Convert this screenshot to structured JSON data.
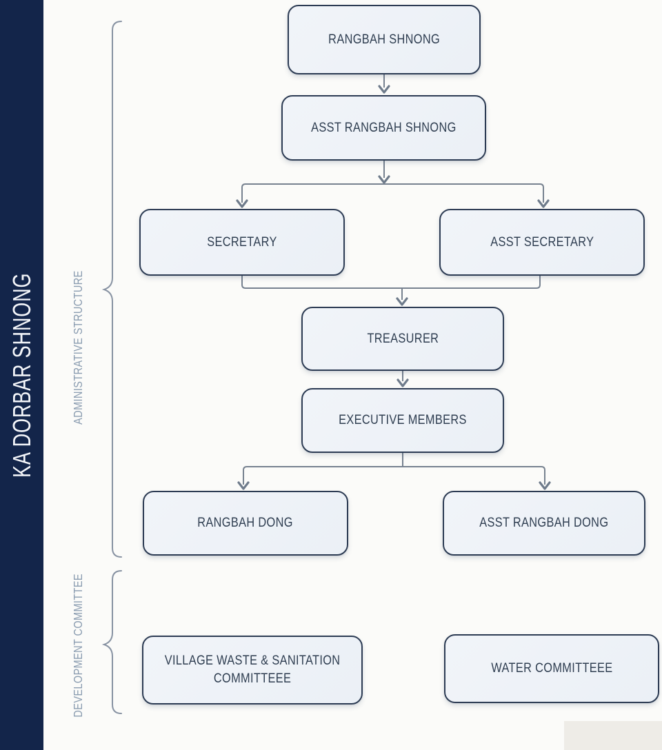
{
  "title": "KA DORBAR SHNONG",
  "sections": {
    "administrative": {
      "label": "ADMINISTRATIVE STRUCTURE"
    },
    "development": {
      "label": "DEVELOPMENT COMMITTEE"
    }
  },
  "nodes": {
    "rangbah_shnong": {
      "label": "RANGBAH SHNONG"
    },
    "asst_rangbah_shnong": {
      "label": "ASST RANGBAH SHNONG"
    },
    "secretary": {
      "label": "SECRETARY"
    },
    "asst_secretary": {
      "label": "ASST SECRETARY"
    },
    "treasurer": {
      "label": "TREASURER"
    },
    "executive_members": {
      "label": "EXECUTIVE MEMBERS"
    },
    "rangbah_dong": {
      "label": "RANGBAH DONG"
    },
    "asst_rangbah_dong": {
      "label": "ASST RANGBAH DONG"
    },
    "village_waste_sanitation_committee": {
      "label": "VILLAGE WASTE & SANITATION\nCOMMITTEEE"
    },
    "water_committee": {
      "label": "WATER COMMITTEEE"
    }
  },
  "hierarchy": [
    {
      "from": "RANGBAH SHNONG",
      "to": "ASST RANGBAH SHNONG"
    },
    {
      "from": "ASST RANGBAH SHNONG",
      "to": "SECRETARY"
    },
    {
      "from": "ASST RANGBAH SHNONG",
      "to": "ASST SECRETARY"
    },
    {
      "from": "SECRETARY",
      "to": "TREASURER"
    },
    {
      "from": "ASST SECRETARY",
      "to": "TREASURER"
    },
    {
      "from": "TREASURER",
      "to": "EXECUTIVE MEMBERS"
    },
    {
      "from": "EXECUTIVE MEMBERS",
      "to": "RANGBAH DONG"
    },
    {
      "from": "EXECUTIVE MEMBERS",
      "to": "ASST RANGBAH DONG"
    }
  ],
  "section_membership": {
    "administrative": [
      "RANGBAH SHNONG",
      "ASST RANGBAH SHNONG",
      "SECRETARY",
      "ASST SECRETARY",
      "TREASURER",
      "EXECUTIVE MEMBERS",
      "RANGBAH DONG",
      "ASST RANGBAH DONG"
    ],
    "development": [
      "VILLAGE WASTE & SANITATION COMMITTEEE",
      "WATER COMMITTEEE"
    ]
  },
  "colors": {
    "sidebar_bg": "#13254a",
    "sidebar_text": "#f4f6fa",
    "node_fill": "#eef2f7",
    "node_border": "#2c3b53",
    "node_text": "#2e3d50",
    "connector": "#76818f",
    "brace": "#8792a2",
    "section_label": "#8a9cb0",
    "background": "#fbfbf9"
  }
}
